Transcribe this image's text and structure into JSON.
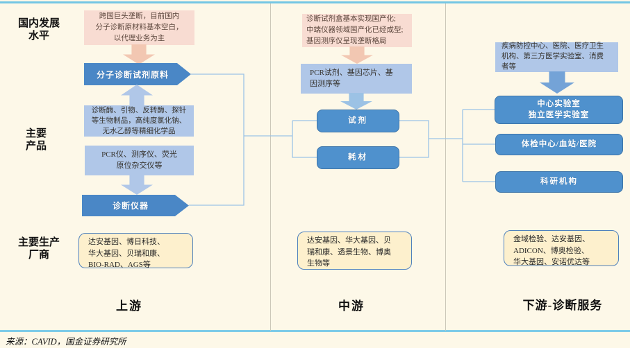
{
  "row_headers": {
    "development_level": "国内发展\n水平",
    "main_products": "主要\n产品",
    "main_manufacturers": "主要生产\n厂商"
  },
  "upstream": {
    "stage_label": "上游",
    "status_note": "跨国巨头垄断，目前国内\n分子诊断原材料基本空白，\n以代理业务为主",
    "raw_material_label": "分子诊断试剂原料",
    "biologics_products": "诊断酶、引物、反转酶、探针\n等生物制品，高纯度氯化钠、\n无水乙醇等精细化学品",
    "instrument_products": "PCR仪、测序仪、荧光\n原位杂交仪等",
    "instrument_label": "诊断仪器",
    "manufacturers": "达安基因、博日科技、\n华大基因、贝瑞和康、\nBIO-RAD、AGS等"
  },
  "midstream": {
    "stage_label": "中游",
    "status_note": "诊断试剂盒基本实现国产化;\n中端仪器领域国产化已经成型;\n基因测序仪呈现垄断格局",
    "products": "PCR试剂、基因芯片、基\n因测序等",
    "reagent_label": "试剂",
    "consumables_label": "耗材",
    "manufacturers": "达安基因、华大基因、贝\n瑞和康、透景生物、博奥\n生物等"
  },
  "downstream": {
    "stage_label": "下游-诊断服务",
    "customers": "疾病防控中心、医院、医疗卫生\n机构、第三方医学实验室、消费\n者等",
    "central_lab_label": "中心实验室\n独立医学实验室",
    "checkup_label": "体检中心/血站/医院",
    "research_label": "科研机构",
    "manufacturers": "金域检验、达安基因、\nADICON、博奥检验、\n华大基因、安诺优达等"
  },
  "footer": {
    "source": "来源：CAVID，国金证券研究所"
  },
  "colors": {
    "background": "#fdf8e8",
    "accent_blue": "#4a87c6",
    "light_blue": "#b0c7e8",
    "pink": "#f8dcd2",
    "yellow": "#fdf0cd",
    "connector": "#9dc3e6",
    "top_border": "#74c6e4"
  }
}
